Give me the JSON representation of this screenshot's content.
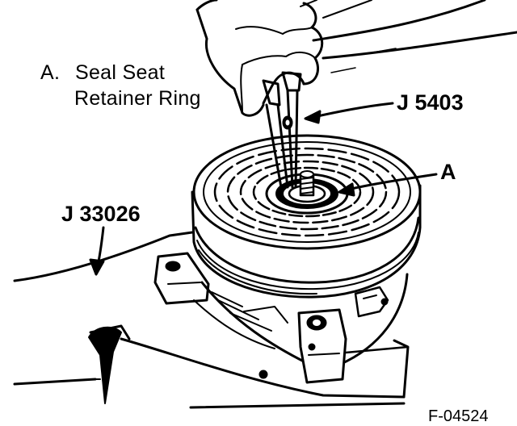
{
  "legend": {
    "letter": "A.",
    "line1": "Seal Seat",
    "line2": "Retainer Ring"
  },
  "callouts": {
    "tool_pliers": "J 5403",
    "tool_holder": "J 33026",
    "part_a": "A"
  },
  "figure_id": "F-04524",
  "colors": {
    "ink": "#000000",
    "paper": "#ffffff"
  }
}
